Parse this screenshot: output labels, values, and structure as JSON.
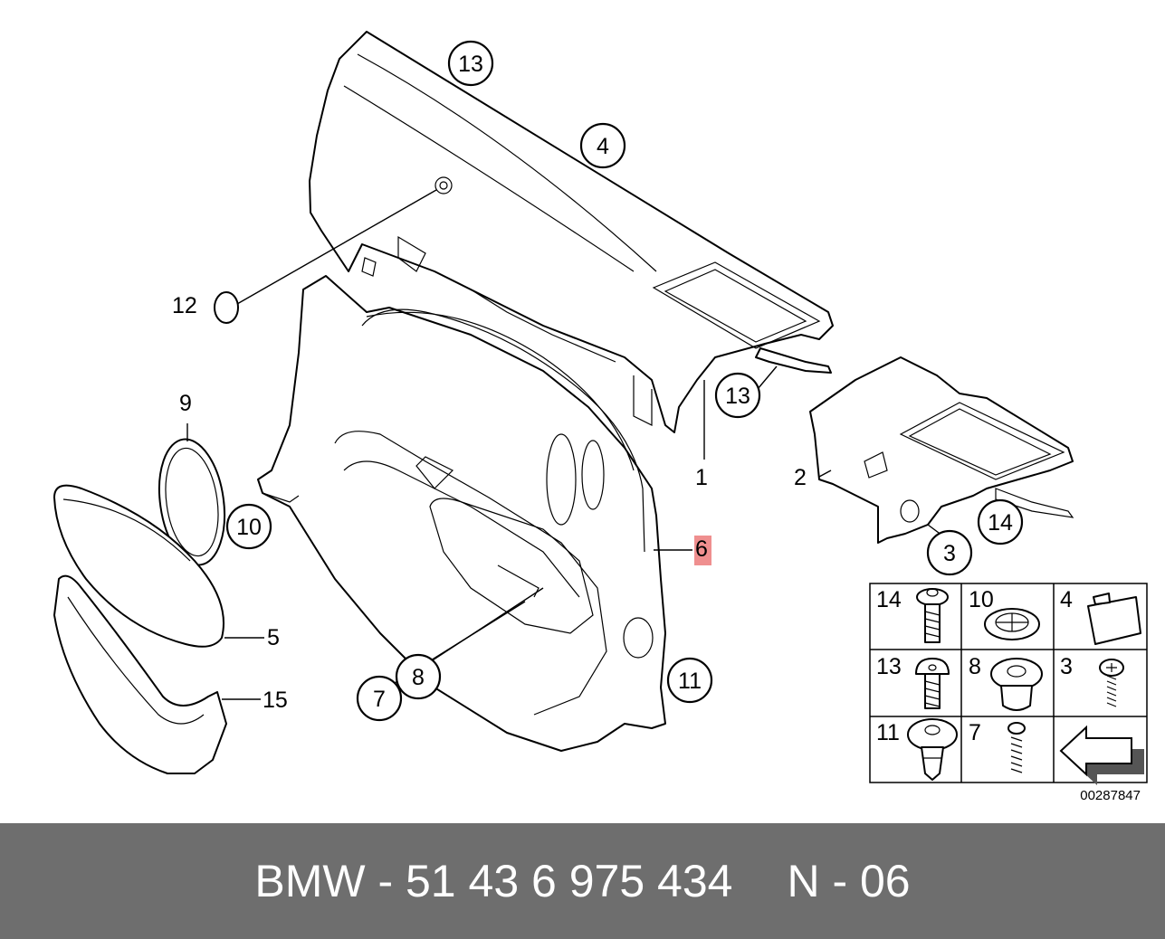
{
  "callouts": {
    "c13a": "13",
    "c4": "4",
    "c12": "12",
    "c13b": "13",
    "c9": "9",
    "c10": "10",
    "c1": "1",
    "c2": "2",
    "c6": "6",
    "c14": "14",
    "c3": "3",
    "c5": "5",
    "c15": "15",
    "c8": "8",
    "c7": "7",
    "c11": "11"
  },
  "highlighted_part": "6",
  "legend": {
    "cells": [
      "14",
      "10",
      "4",
      "13",
      "8",
      "3",
      "11",
      "7"
    ]
  },
  "diagram_code": "00287847",
  "footer": {
    "part_number": "BMW - 51 43 6 975 434",
    "code": "N - 06"
  },
  "colors": {
    "highlight": "#ef8f8f",
    "footer_bg": "#6e6e6e",
    "footer_text": "#ffffff"
  }
}
